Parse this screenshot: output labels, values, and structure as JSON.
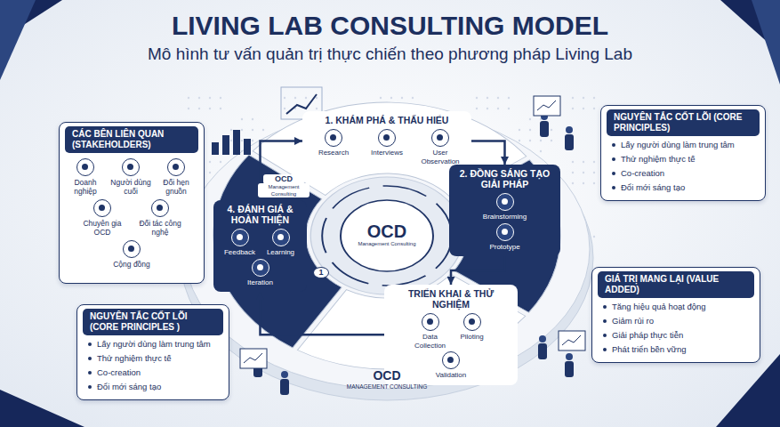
{
  "diagram": {
    "title": "LIVING LAB CONSULTING MODEL",
    "caption": "Mô hình tư vấn quản trị thực chiến theo phương pháp Living Lab",
    "nodes": [
      {
        "text": [
          "CÁC BÊN LIÊN QUAN (STAKEHOLDERS)"
        ]
      },
      {
        "text": [
          "Doanh nghiệp"
        ],
        "in": 0
      },
      {
        "text": [
          "Người dùng cuối"
        ],
        "in": 0
      },
      {
        "text": [
          "Đối hẹn gnuồn"
        ],
        "in": 0
      },
      {
        "text": [
          "Chuyên gia OCD"
        ],
        "in": 0
      },
      {
        "text": [
          "Đối tác công nghệ"
        ],
        "in": 0
      },
      {
        "text": [
          "Cộng đồng"
        ],
        "in": 0
      },
      {
        "text": [
          "NGUYÊN TẮC CỐT LÕI (CORE PRINCIPLES)",
          "Lấy người dùng làm trung tâm",
          "Thử nghiệm thực tế",
          "Co-creation",
          "Đổi mới sáng tạo"
        ]
      },
      {
        "text": [
          "1. KHÁM PHÁ & THẤU HIỂU",
          "Research",
          "Interviews",
          "User Observation"
        ]
      },
      {
        "text": [
          "2. ĐỒNG SÁNG TẠO GIẢI PHÁP",
          "Brainstorming",
          "Prototype"
        ]
      },
      {
        "text": [
          "OCD",
          "Management Consulting"
        ]
      },
      {
        "text": [
          "4. ĐÁNH GIÁ & HOÀN THIỆN",
          "Feedback",
          "Learning",
          "Iteration"
        ]
      },
      {
        "text": [
          "TRIỂN KHAI & THỬ NGHIỆM",
          "Data Collection",
          "Piloting",
          "Validation"
        ]
      },
      {
        "text": [
          "NGUYÊN TẮC CỐT LÕI (CORE PRINCIPLES )",
          "Lấy người dùng làm trung tâm",
          "Thử nghiệm thực tế",
          "Co-creation",
          "Đổi mới sáng tạo"
        ]
      },
      {
        "text": [
          "GIÁ TRỊ MANG LẠI (VALUE ADDED)",
          "Tăng hiệu quả hoạt động",
          "Giảm rủi ro",
          "Giải pháp thực tiễn",
          "Phát triển bền vững"
        ]
      }
    ],
    "edges": [
      {
        "from": 8,
        "to": 9,
        "arrow": "to"
      },
      {
        "from": 9,
        "to": 12,
        "arrow": "to"
      },
      {
        "from": 12,
        "to": 11,
        "arrow": "to"
      },
      {
        "from": 11,
        "to": 8,
        "arrow": "to"
      }
    ],
    "labels": [
      "OCD",
      "Management Consulting",
      "1",
      "OCD",
      "MANAGEMENT CONSULTING"
    ]
  }
}
